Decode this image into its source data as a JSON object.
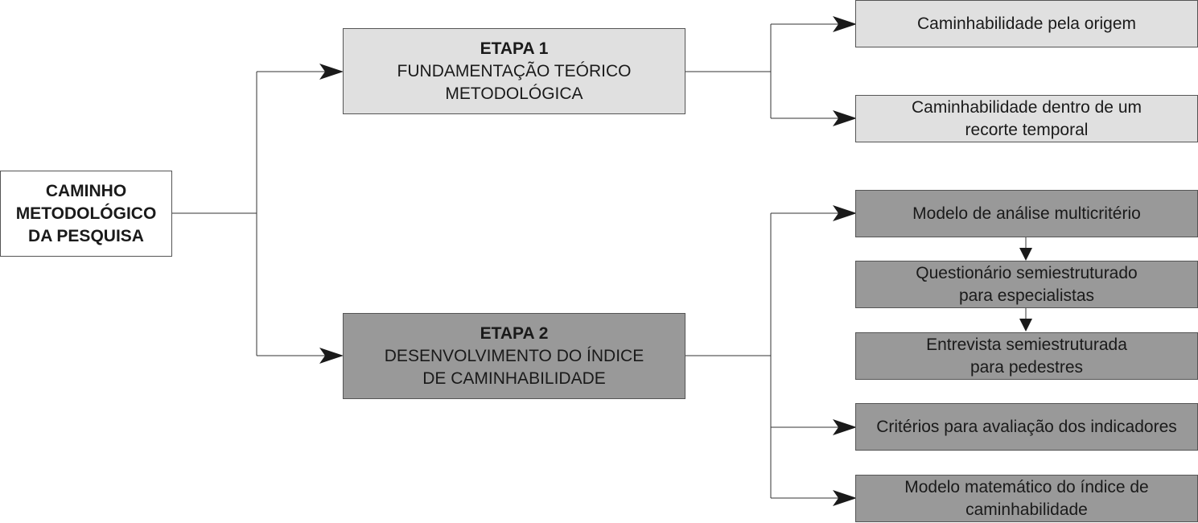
{
  "root": {
    "text": "CAMINHO\nMETODOLÓGICO\nDA PESQUISA"
  },
  "stage1": {
    "heading": "ETAPA 1",
    "text": "FUNDAMENTAÇÃO TEÓRICO\nMETODOLÓGICA"
  },
  "stage2": {
    "heading": "ETAPA 2",
    "text": "DESENVOLVIMENTO DO ÍNDICE\nDE CAMINHABILIDADE"
  },
  "stage1_items": [
    {
      "text": "Caminhabilidade pela origem"
    },
    {
      "text": "Caminhabilidade dentro de um\nrecorte temporal"
    }
  ],
  "stage2_items": [
    {
      "text": "Modelo de análise multicritério"
    },
    {
      "text": "Questionário semiestruturado\npara especialistas"
    },
    {
      "text": "Entrevista semiestruturada\npara pedestres"
    },
    {
      "text": "Critérios para avaliação dos indicadores"
    },
    {
      "text": "Modelo matemático do índice de\ncaminhabilidade"
    }
  ],
  "colors": {
    "light_box": "#e0e0e0",
    "dark_box": "#999999",
    "line": "#333333"
  }
}
